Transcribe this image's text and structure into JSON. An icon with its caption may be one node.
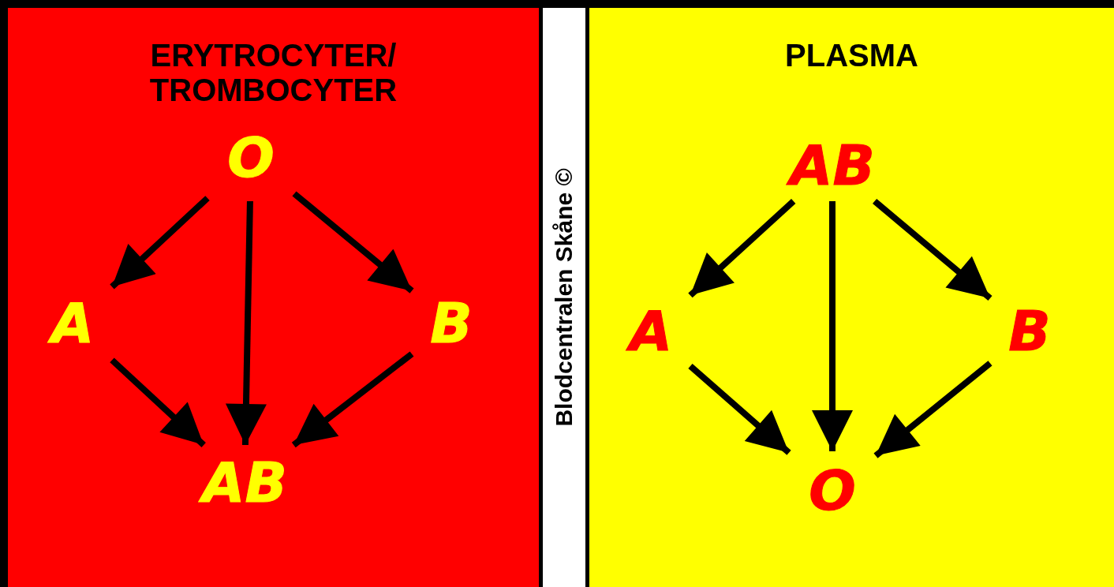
{
  "diagram": {
    "nodes": [
      {
        "text": [
          "ERYTROCYTER/ TROMBOCYTER"
        ]
      },
      {
        "text": [
          "O"
        ],
        "in": 0
      },
      {
        "text": [
          "A"
        ],
        "in": 0
      },
      {
        "text": [
          "B"
        ],
        "in": 0
      },
      {
        "text": [
          "AB"
        ],
        "in": 0
      },
      {
        "text": [
          "PLASMA"
        ]
      },
      {
        "text": [
          "AB"
        ],
        "in": 5
      },
      {
        "text": [
          "A"
        ],
        "in": 5
      },
      {
        "text": [
          "B"
        ],
        "in": 5
      },
      {
        "text": [
          "O"
        ],
        "in": 5
      }
    ],
    "edges": [
      {
        "from": 1,
        "to": 2,
        "arrow": "to"
      },
      {
        "from": 1,
        "to": 4,
        "arrow": "to"
      },
      {
        "from": 1,
        "to": 3,
        "arrow": "to"
      },
      {
        "from": 2,
        "to": 4,
        "arrow": "to"
      },
      {
        "from": 3,
        "to": 4,
        "arrow": "to"
      },
      {
        "from": 6,
        "to": 7,
        "arrow": "to"
      },
      {
        "from": 6,
        "to": 9,
        "arrow": "to"
      },
      {
        "from": 6,
        "to": 8,
        "arrow": "to"
      },
      {
        "from": 7,
        "to": 9,
        "arrow": "to"
      },
      {
        "from": 8,
        "to": 9,
        "arrow": "to"
      }
    ],
    "labels": [
      "Blodcentralen Skåne ©"
    ]
  }
}
